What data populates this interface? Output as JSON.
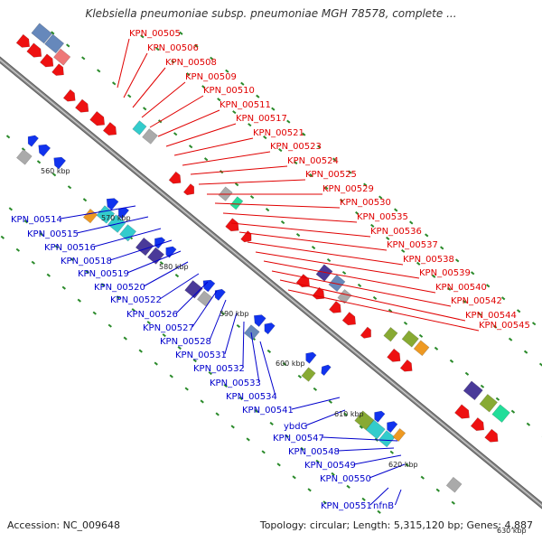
{
  "title": "Klebsiella pneumoniae subsp. pneumoniae MGH 78578, complete ...",
  "footer": {
    "accession": "Accession: NC_009648",
    "info": "Topology: circular; Length: 5,315,120 bp; Genes: 4,887"
  },
  "colors": {
    "forward_label": "#e00000",
    "reverse_label": "#0000cc",
    "backbone": "#888888",
    "tick": "#2a8a2a"
  },
  "scale_labels": [
    "560 kbp",
    "570 kbp",
    "580 kbp",
    "590 kbp",
    "600 kbp",
    "610 kbp",
    "620 kbp",
    "630 kbp"
  ],
  "forward_genes": [
    "KPN_00505",
    "KPN_00506",
    "KPN_00508",
    "KPN_00509",
    "KPN_00510",
    "KPN_00511",
    "KPN_00517",
    "KPN_00521",
    "KPN_00523",
    "KPN_00524",
    "KPN_00525",
    "KPN_00529",
    "KPN_00530",
    "KPN_00535",
    "KPN_00536",
    "KPN_00537",
    "KPN_00538",
    "KPN_00539",
    "KPN_00540",
    "KPN_00542",
    "KPN_00544",
    "KPN_00545"
  ],
  "reverse_genes": [
    "KPN_00514",
    "KPN_00515",
    "KPN_00516",
    "KPN_00518",
    "KPN_00519",
    "KPN_00520",
    "KPN_00522",
    "KPN_00526",
    "KPN_00527",
    "KPN_00528",
    "KPN_00531",
    "KPN_00532",
    "KPN_00533",
    "KPN_00534",
    "KPN_00541",
    "ybdG",
    "KPN_00547",
    "KPN_00548",
    "KPN_00549",
    "KPN_00550",
    "KPN_00551",
    "nfnB"
  ]
}
